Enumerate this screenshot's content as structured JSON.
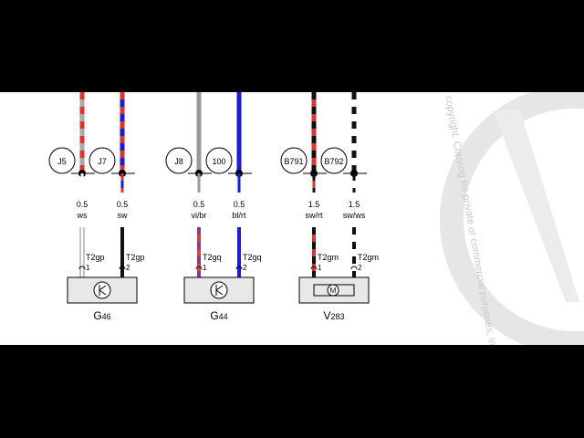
{
  "watermark": "copyright. Copying for private or commercial purposes, in part or",
  "components": [
    {
      "id": "G46",
      "label_main": "G",
      "label_sub": "46",
      "symbol": "sensor-icon",
      "wires": [
        {
          "connector": "J5",
          "gauge": "0.5",
          "color_code": "ws",
          "pin_block": "T2gp",
          "pin": "1",
          "colors": [
            "#d33",
            "#aaa"
          ]
        },
        {
          "connector": "J7",
          "gauge": "0.5",
          "color_code": "sw",
          "pin_block": "T2gp",
          "pin": "2",
          "colors": [
            "#d33",
            "#1a1adf"
          ]
        }
      ]
    },
    {
      "id": "G44",
      "label_main": "G",
      "label_sub": "44",
      "symbol": "sensor-icon",
      "wires": [
        {
          "connector": "J8",
          "gauge": "0.5",
          "color_code": "vi/br",
          "pin_block": "T2gq",
          "pin": "1",
          "colors": [
            "#999"
          ]
        },
        {
          "connector": "100",
          "gauge": "0.5",
          "color_code": "bl/rt",
          "pin_block": "T2gq",
          "pin": "2",
          "colors": [
            "#1a1adf"
          ]
        }
      ]
    },
    {
      "id": "V283",
      "label_main": "V",
      "label_sub": "283",
      "symbol": "motor-icon",
      "motor_letter": "M",
      "wires": [
        {
          "connector": "B791",
          "gauge": "1.5",
          "color_code": "sw/rt",
          "pin_block": "T2gm",
          "pin": "1",
          "colors": [
            "#111",
            "#d33"
          ]
        },
        {
          "connector": "B792",
          "gauge": "1.5",
          "color_code": "sw/ws",
          "pin_block": "T2gm",
          "pin": "2",
          "colors": [
            "#111",
            "#fff"
          ]
        }
      ]
    }
  ]
}
